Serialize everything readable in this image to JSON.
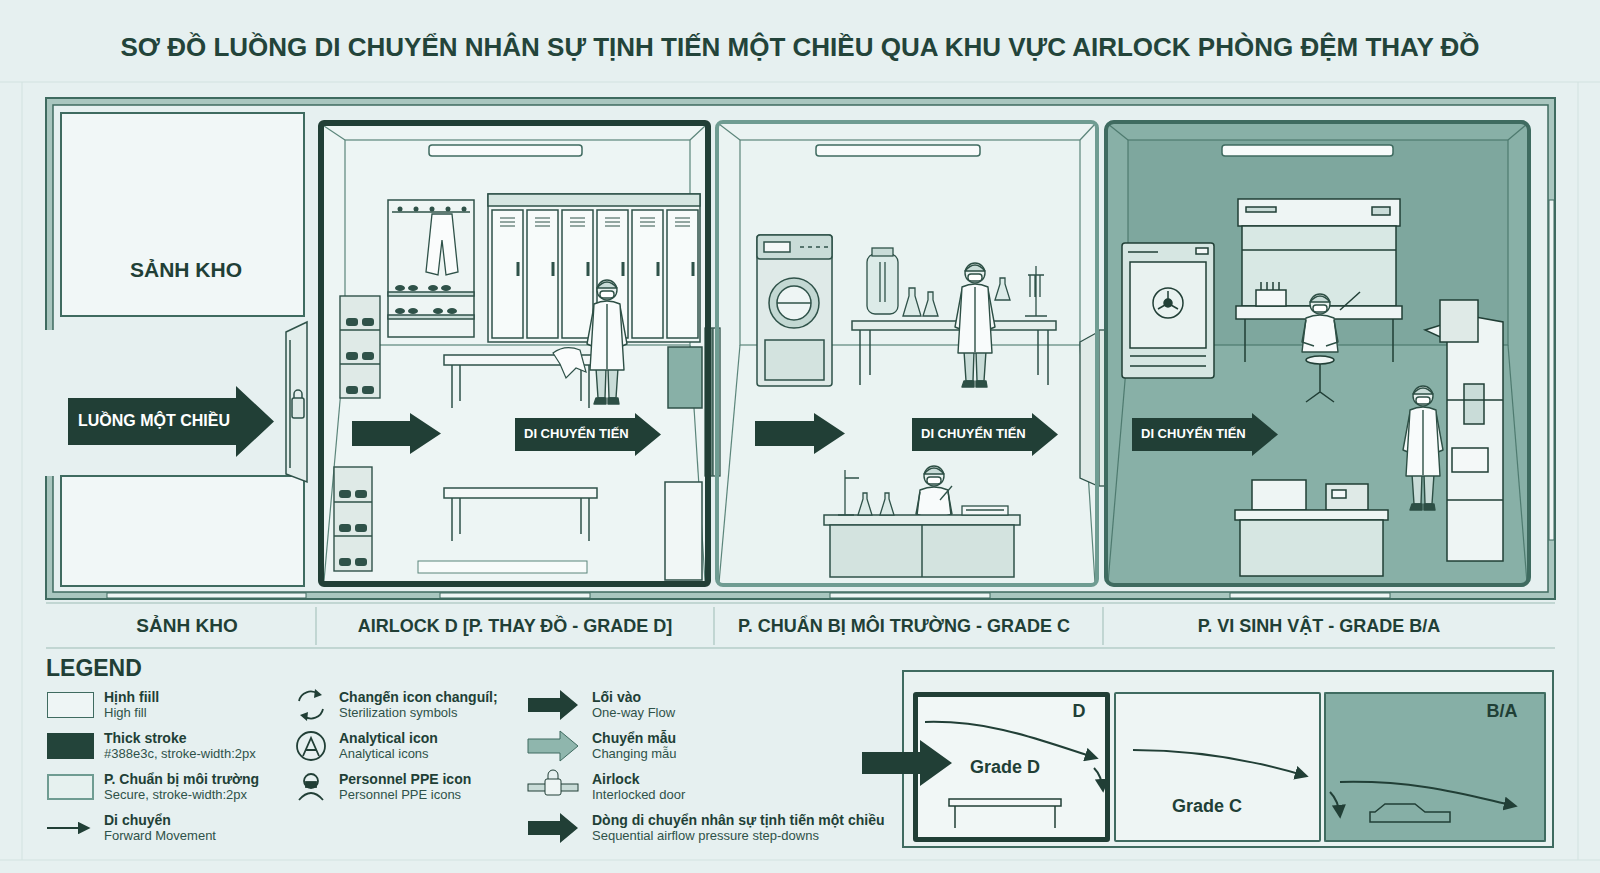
{
  "diagram": {
    "title": "SƠ ĐỒ LUỒNG DI CHUYỂN NHÂN SỰ TỊNH TIẾN MỘT CHIỀU QUA KHU VỰC AIRLOCK PHÒNG ĐỆM THAY ĐỒ",
    "nodes": [
      {
        "text": [
          "SẢNH KHO",
          "SẢNH KHO"
        ]
      },
      {
        "text": [
          "LUỒNG MỘT CHIỀU"
        ],
        "in": 0
      },
      {
        "text": [
          "AIRLOCK D [P. THAY ĐỒ - GRADE D]"
        ]
      },
      {
        "text": [
          "DI CHUYỂN TIẾN"
        ],
        "in": 2
      },
      {
        "text": [
          "P. CHUẨN BỊ MÔI TRƯỜNG - GRADE C"
        ]
      },
      {
        "text": [
          "DI CHUYỂN TIẾN"
        ],
        "in": 4
      },
      {
        "text": [
          "P. VI SINH VẬT - GRADE B/A"
        ]
      },
      {
        "text": [
          "DI CHUYỂN TIẾN"
        ],
        "in": 6
      },
      {
        "text": [
          "D",
          "Grade D"
        ]
      },
      {
        "text": [
          "Grade C"
        ]
      },
      {
        "text": [
          "B/A"
        ]
      }
    ],
    "labels": [
      "LEGEND",
      "High fill",
      "#388e3c, stroke-width:2px",
      "Secure, stroke-width:2px",
      "Forward Movement",
      "Sterilization symbols",
      "Analytical icons",
      "Personnel PPE icons",
      "One-way Flow",
      "Changing mẫu",
      "Interlocked door",
      "Sequential airflow pressure step-downs"
    ],
    "legend": [
      {
        "text": "Hịnh fiill",
        "color": "#eef5f5"
      },
      {
        "text": "Thick stroke",
        "color": "#23443a"
      },
      {
        "text": "P. Chuẩn bị môi trường",
        "color": "#e6f1ef"
      },
      {
        "text": "Di chuyển"
      },
      {
        "text": "Changến icon changuíl;"
      },
      {
        "text": "Analytical icon"
      },
      {
        "text": "Personnel PPE icon"
      },
      {
        "text": "Lối vào"
      },
      {
        "text": "Chuyển mẫu"
      },
      {
        "text": "Airlock"
      },
      {
        "text": "Dòng di chuyển nhân sự tịnh tiến một chiều"
      }
    ]
  }
}
